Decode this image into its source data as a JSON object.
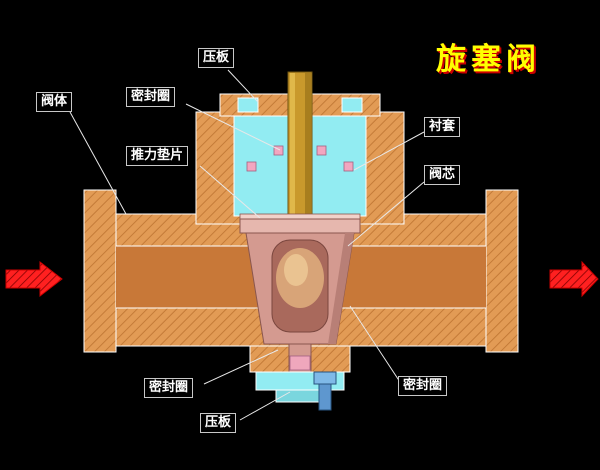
{
  "title": "旋塞阀",
  "labels": {
    "pressure_plate_top": "压板",
    "seal_ring_top": "密封圈",
    "valve_body": "阀体",
    "bushing": "衬套",
    "thrust_washer": "推力垫片",
    "valve_core": "阀芯",
    "seal_ring_bottom_left": "密封圈",
    "seal_ring_bottom_right": "密封圈",
    "pressure_plate_bottom": "压板"
  },
  "icons": {
    "flow_arrow_left": "right-arrow",
    "flow_arrow_right": "right-arrow"
  },
  "colors": {
    "background": "#000000",
    "title_text": "#FFFF00",
    "title_outline": "#CC0000",
    "body_orange": "#E29B55",
    "body_hatch": "#C47B38",
    "bore_orange": "#C87838",
    "liner_cyan": "#92ECF2",
    "stem_gold": "#C9992C",
    "plug_pink": "#D49A90",
    "seal_pink": "#F2A6C0",
    "bolt_blue": "#5E97CF",
    "arrow_red": "#FF2020",
    "label_text": "#FFFFFF"
  }
}
